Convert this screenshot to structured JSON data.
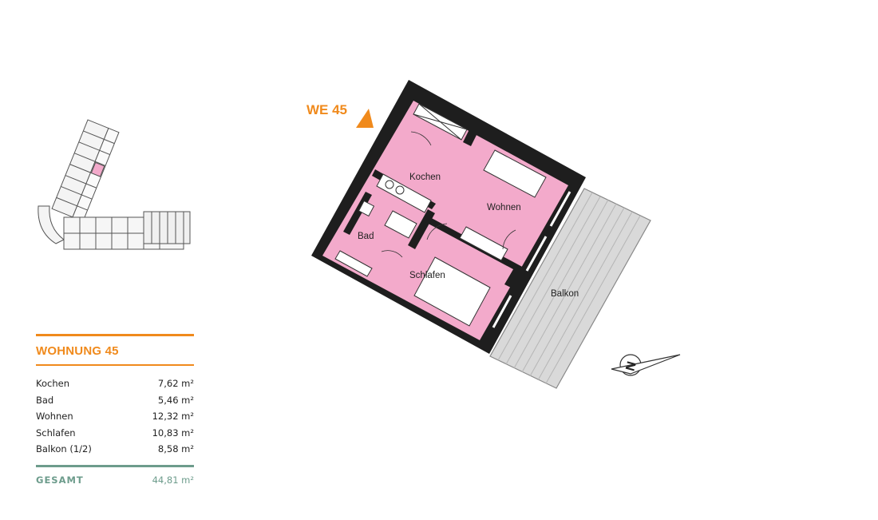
{
  "unit_label": "WE 45",
  "panel": {
    "title": "WOHNUNG 45",
    "rooms": [
      {
        "name": "Kochen",
        "area": "7,62 m²"
      },
      {
        "name": "Bad",
        "area": "5,46 m²"
      },
      {
        "name": "Wohnen",
        "area": "12,32 m²"
      },
      {
        "name": "Schlafen",
        "area": "10,83 m²"
      },
      {
        "name": "Balkon (1/2)",
        "area": "8,58 m²"
      }
    ],
    "total_label": "GESAMT",
    "total_value": "44,81 m²"
  },
  "plan_labels": {
    "kochen": "Kochen",
    "wohnen": "Wohnen",
    "bad": "Bad",
    "schlafen": "Schlafen",
    "balkon": "Balkon"
  },
  "compass_letter": "N",
  "colors": {
    "accent_orange": "#f08a1c",
    "accent_teal": "#6d9c8c",
    "room_pink": "#f3aacb",
    "wall": "#1e1e1e",
    "balcony": "#d9d9d9"
  },
  "icons": [
    "north-arrow-icon",
    "unit-pointer-icon"
  ]
}
